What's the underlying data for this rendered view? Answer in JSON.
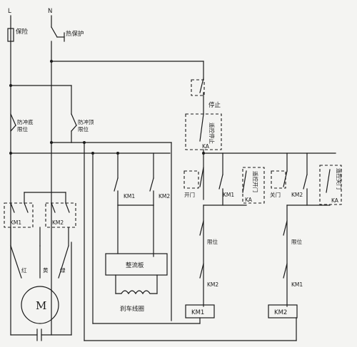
{
  "labels": {
    "L": "L",
    "N": "N",
    "fuse": "保险",
    "thermal": "热保护",
    "limit_bottom_1": "防冲底",
    "limit_bottom_2": "限位",
    "limit_top_1": "防冲顶",
    "limit_top_2": "限位",
    "km1": "KM1",
    "km2": "KM2",
    "rectifier": "整流板",
    "brake_coil": "刹车线圈",
    "red": "红",
    "yellow": "黄",
    "green": "绿",
    "motor": "M",
    "stop": "停止",
    "remote_stop": "遥控停止",
    "ka": "KA",
    "open": "开门",
    "remote_open": "遥控开门",
    "close": "关门",
    "remote_close": "遥控关门",
    "limit": "限位"
  }
}
